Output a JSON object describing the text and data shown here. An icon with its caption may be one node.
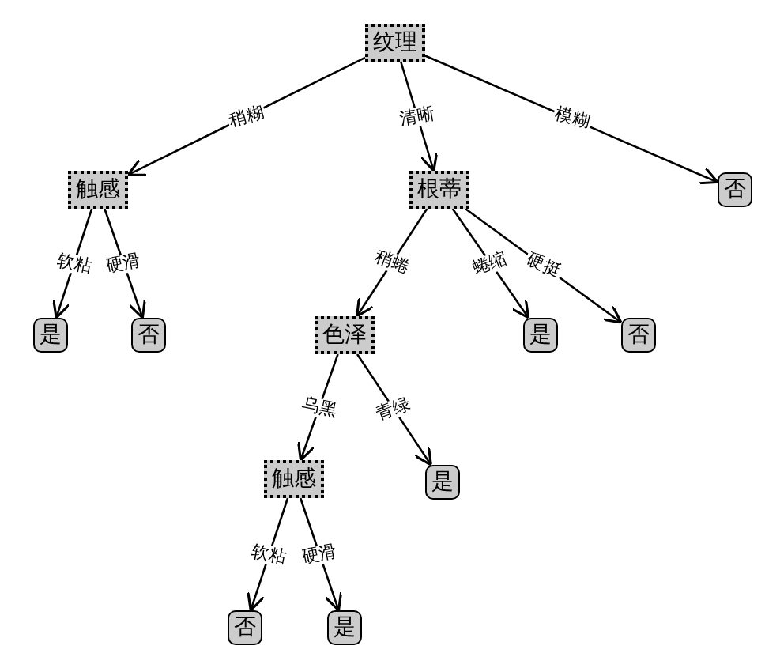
{
  "diagram": {
    "nodes": [
      {
        "text": [
          "纹理"
        ]
      },
      {
        "text": [
          "触感"
        ]
      },
      {
        "text": [
          "根蒂"
        ]
      },
      {
        "text": [
          "否"
        ]
      },
      {
        "text": [
          "是"
        ]
      },
      {
        "text": [
          "否"
        ]
      },
      {
        "text": [
          "色泽"
        ]
      },
      {
        "text": [
          "是"
        ]
      },
      {
        "text": [
          "否"
        ]
      },
      {
        "text": [
          "触感"
        ]
      },
      {
        "text": [
          "是"
        ]
      },
      {
        "text": [
          "否"
        ]
      },
      {
        "text": [
          "是"
        ]
      }
    ],
    "edges": [
      {
        "from": 0,
        "to": 1,
        "arrow": "to",
        "label": "稍糊"
      },
      {
        "from": 0,
        "to": 2,
        "arrow": "to",
        "label": "清晰"
      },
      {
        "from": 0,
        "to": 3,
        "arrow": "to",
        "label": "模糊"
      },
      {
        "from": 1,
        "to": 4,
        "arrow": "to",
        "label": "软粘"
      },
      {
        "from": 1,
        "to": 5,
        "arrow": "to",
        "label": "硬滑"
      },
      {
        "from": 2,
        "to": 6,
        "arrow": "to",
        "label": "稍蜷"
      },
      {
        "from": 2,
        "to": 7,
        "arrow": "to",
        "label": "蜷缩"
      },
      {
        "from": 2,
        "to": 8,
        "arrow": "to",
        "label": "硬挺"
      },
      {
        "from": 6,
        "to": 9,
        "arrow": "to",
        "label": "乌黑"
      },
      {
        "from": 6,
        "to": 10,
        "arrow": "to",
        "label": "青绿"
      },
      {
        "from": 9,
        "to": 11,
        "arrow": "to",
        "label": "软粘"
      },
      {
        "from": 9,
        "to": 12,
        "arrow": "to",
        "label": "硬滑"
      }
    ]
  }
}
